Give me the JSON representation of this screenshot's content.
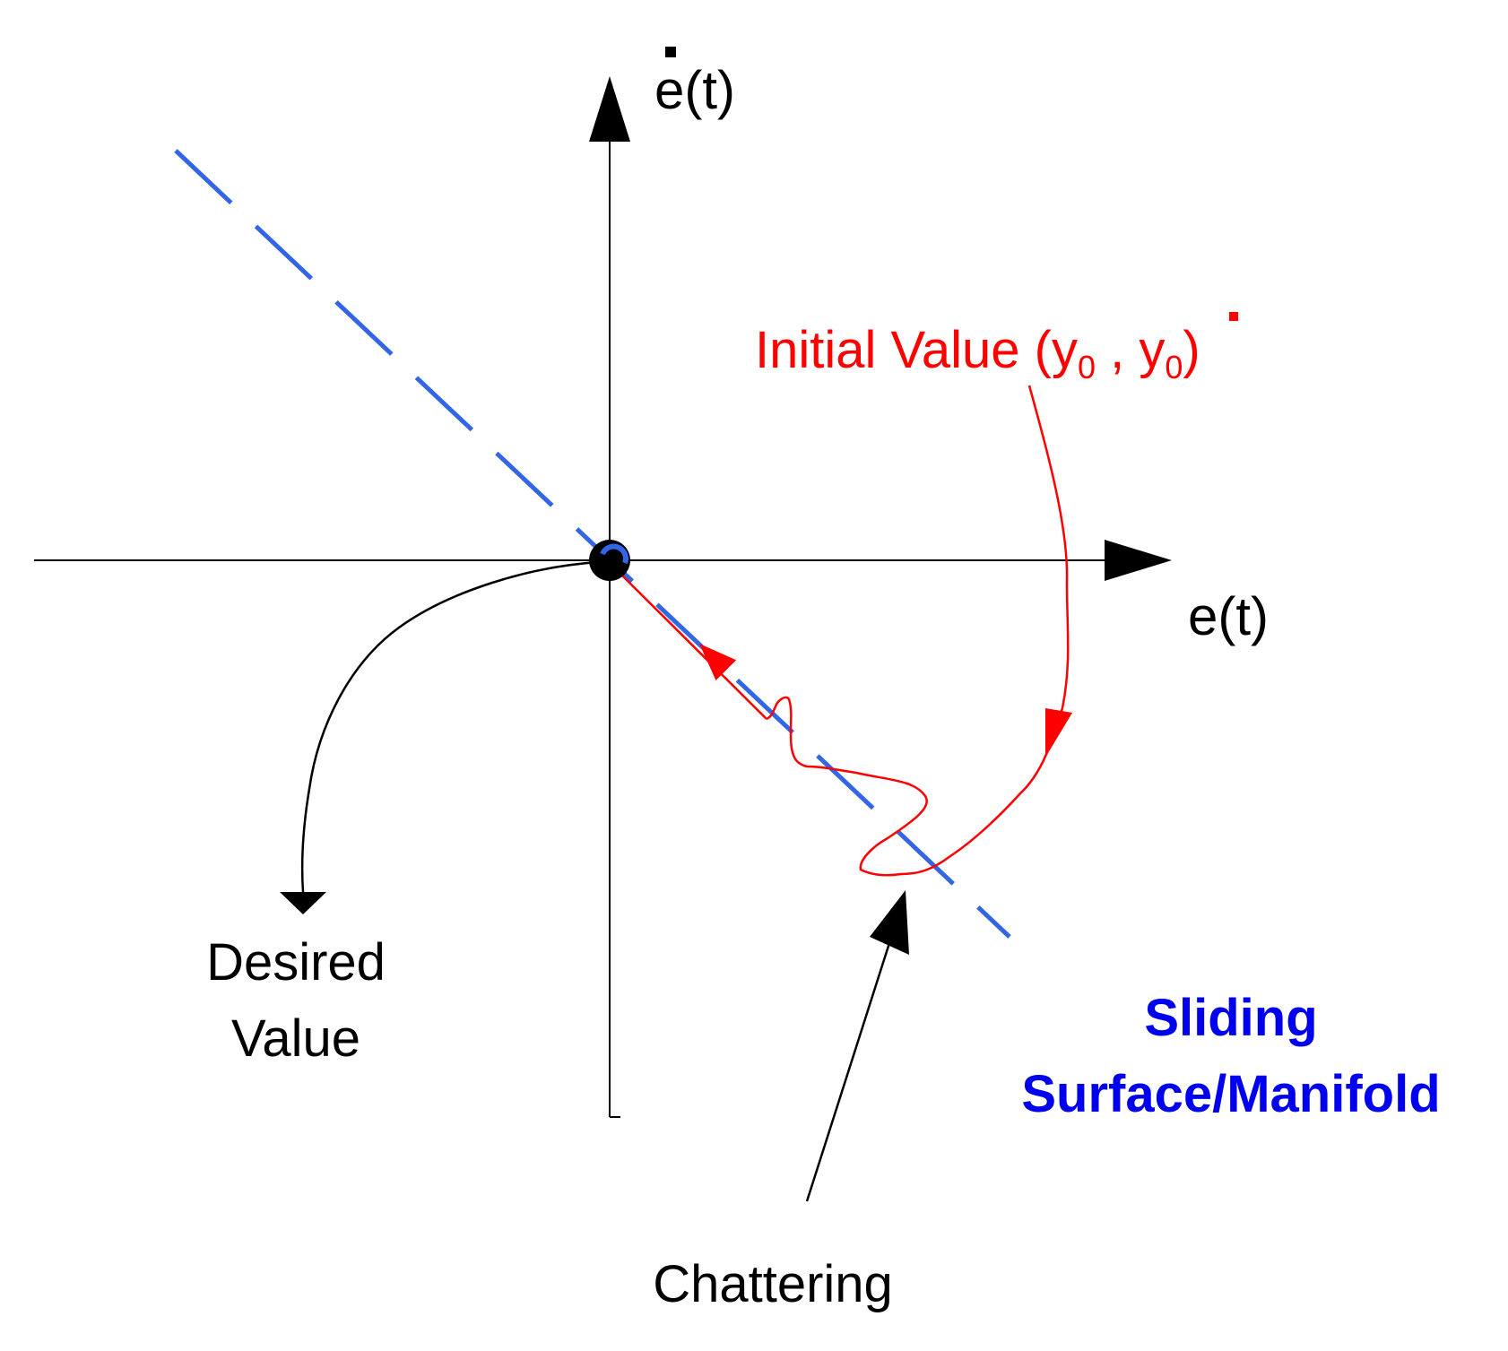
{
  "axes": {
    "x_label": "e(t)",
    "y_label": "e(t)",
    "y_label_dot": true
  },
  "labels": {
    "initial_value_prefix": "Initial Value (",
    "initial_value_var1": "y",
    "initial_value_sub1": "0",
    "initial_value_sep": " , ",
    "initial_value_var2": "y",
    "initial_value_sub2": "0",
    "initial_value_suffix": ")",
    "desired_value_line1": "Desired",
    "desired_value_line2": "Value",
    "chattering": "Chattering",
    "sliding_line1": "Sliding",
    "sliding_line2": "Surface/Manifold"
  },
  "colors": {
    "axis": "#000000",
    "sliding_surface": "#3366e6",
    "trajectory": "#ff0000",
    "sliding_label": "#0000ee",
    "initial_value_label": "#ff0000",
    "origin_fill": "#000000",
    "origin_ring": "#3366e6"
  }
}
